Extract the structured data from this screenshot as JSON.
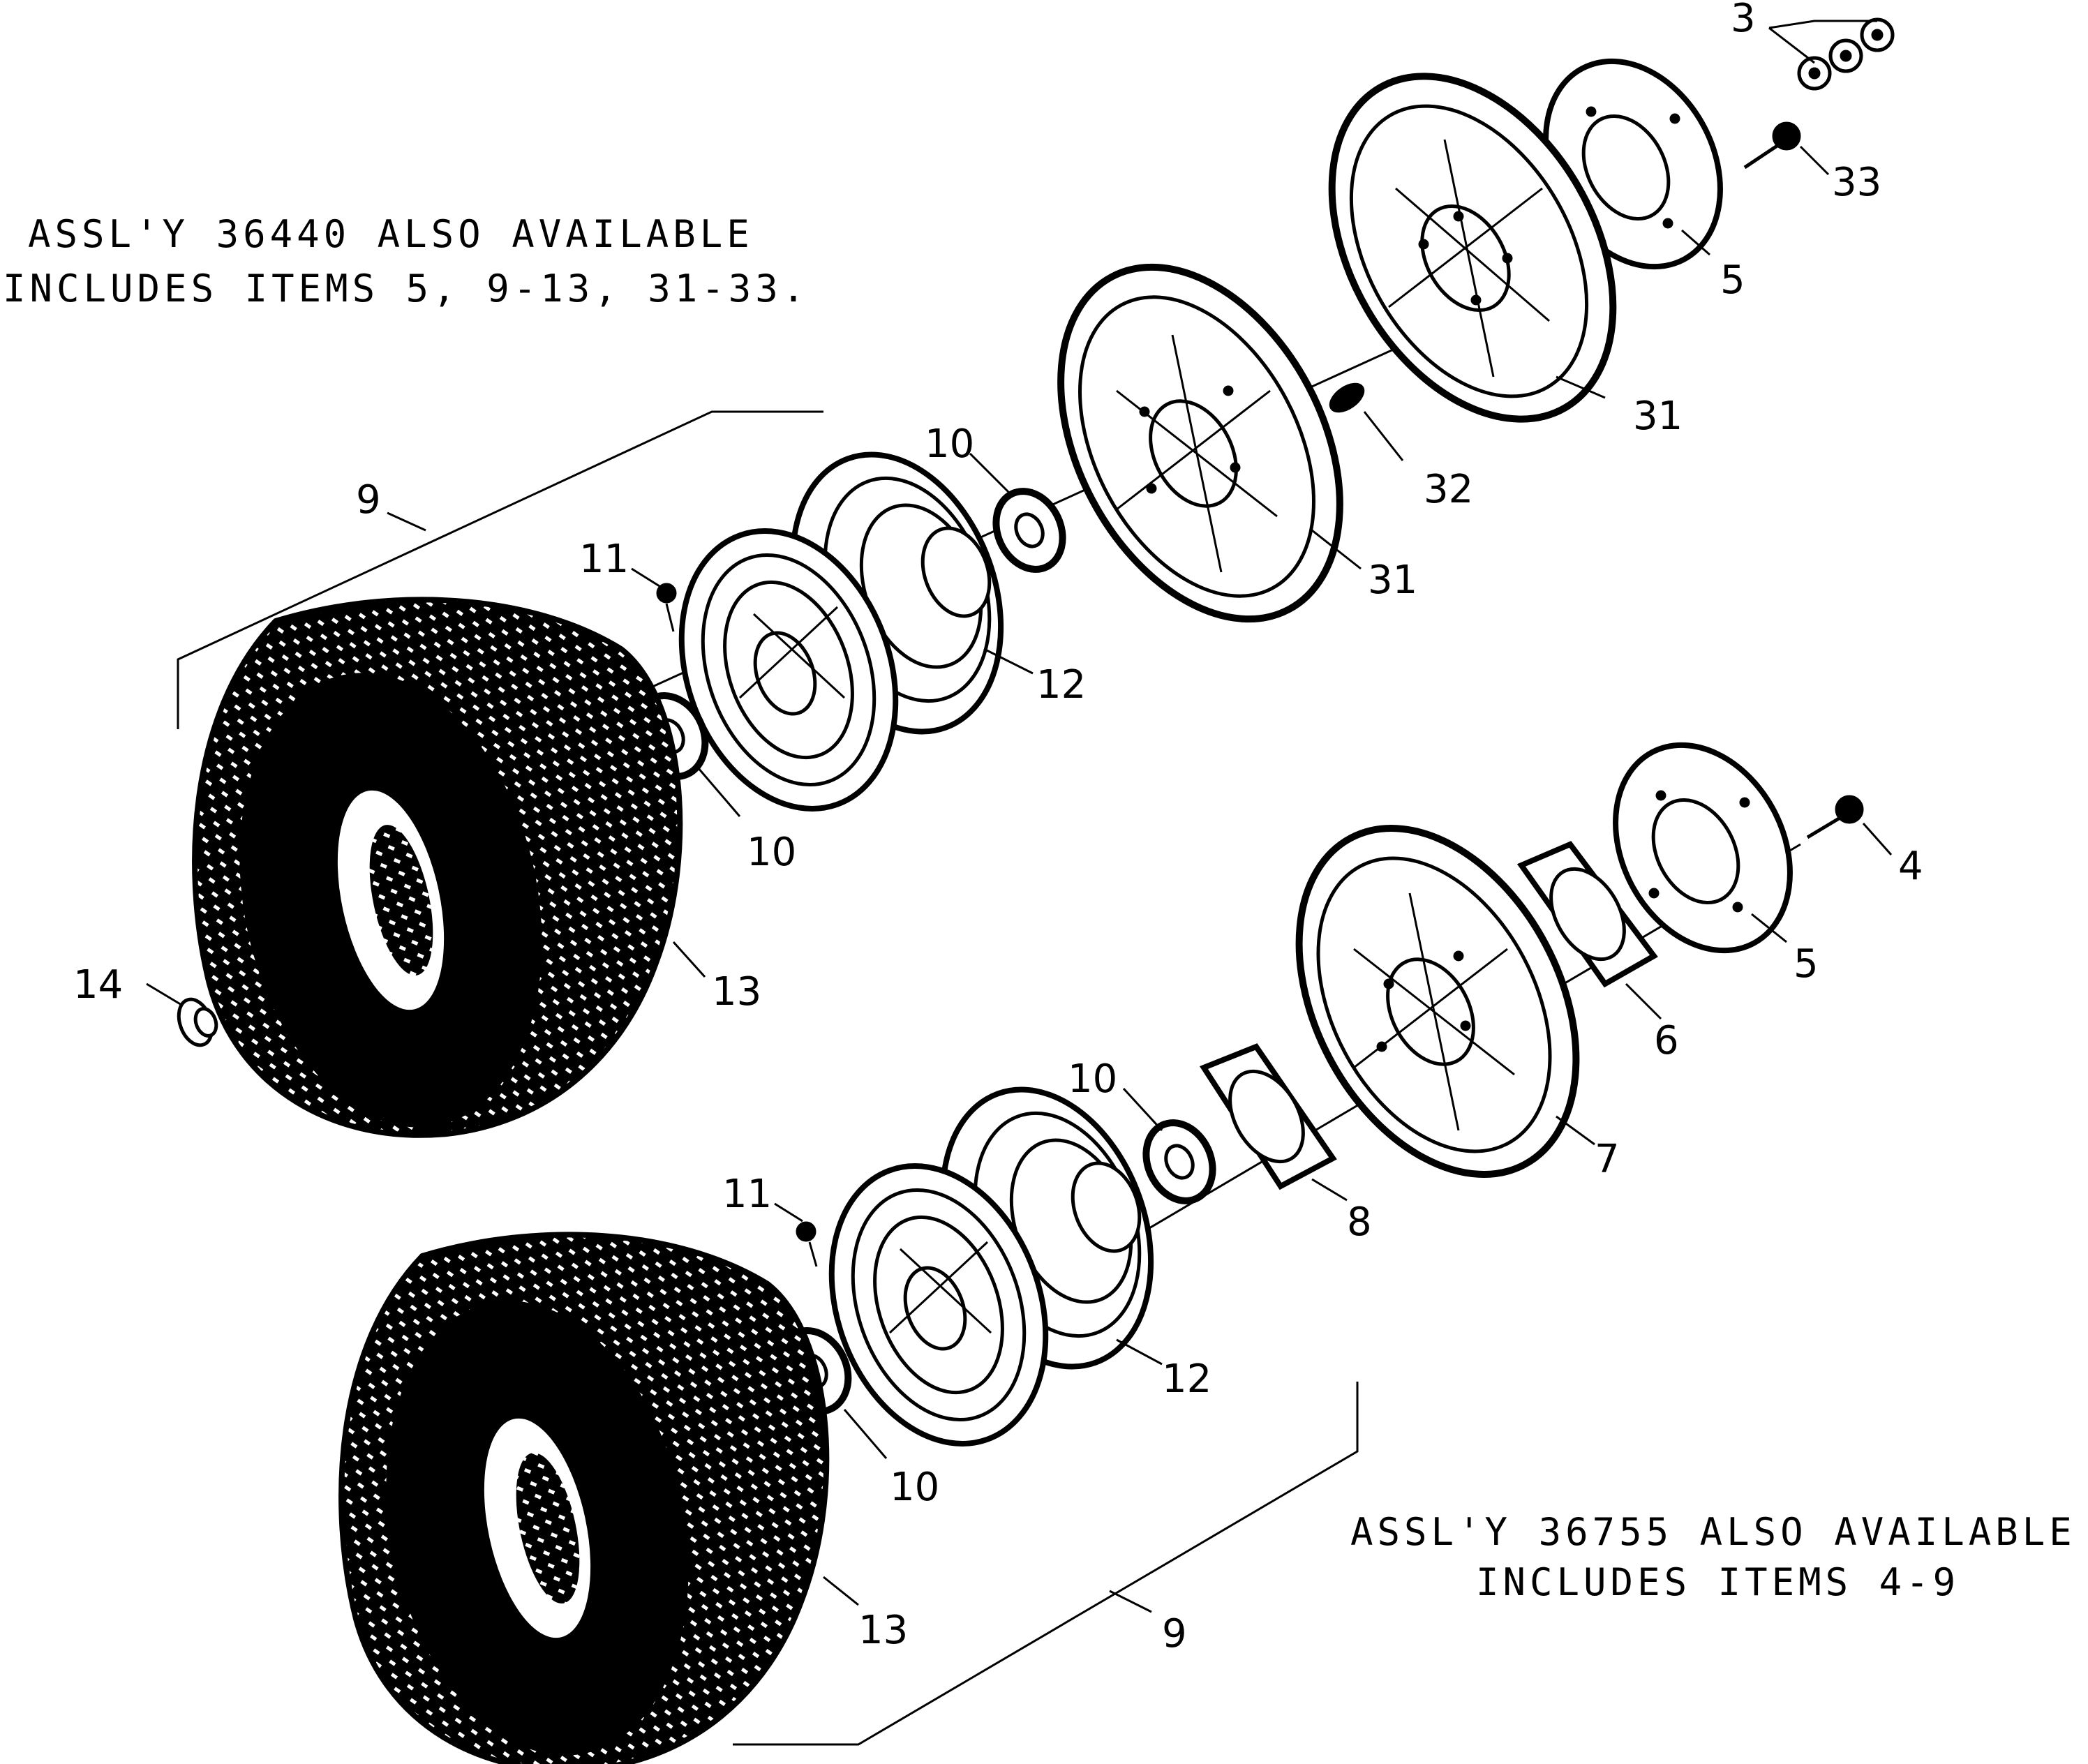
{
  "notes": {
    "top_line1": "ASSL'Y 36440 ALSO AVAILABLE",
    "top_line2": "INCLUDES ITEMS 5, 9-13, 31-33.",
    "bottom_line1": "ASSL'Y 36755 ALSO AVAILABLE",
    "bottom_line2": "INCLUDES ITEMS 4-9"
  },
  "callouts": {
    "c3": "3",
    "c33": "33",
    "c5_top": "5",
    "c31_top": "31",
    "c32": "32",
    "c31_mid": "31",
    "c10_top": "10",
    "c9_top": "9",
    "c11_top": "11",
    "c12_top": "12",
    "c10_top_b": "10",
    "c14": "14",
    "c13_top": "13",
    "c4": "4",
    "c5_bot": "5",
    "c6": "6",
    "c7": "7",
    "c8": "8",
    "c10_bot": "10",
    "c11_bot": "11",
    "c12_bot": "12",
    "c10_bot_b": "10",
    "c13_bot": "13",
    "c9_bot": "9"
  }
}
